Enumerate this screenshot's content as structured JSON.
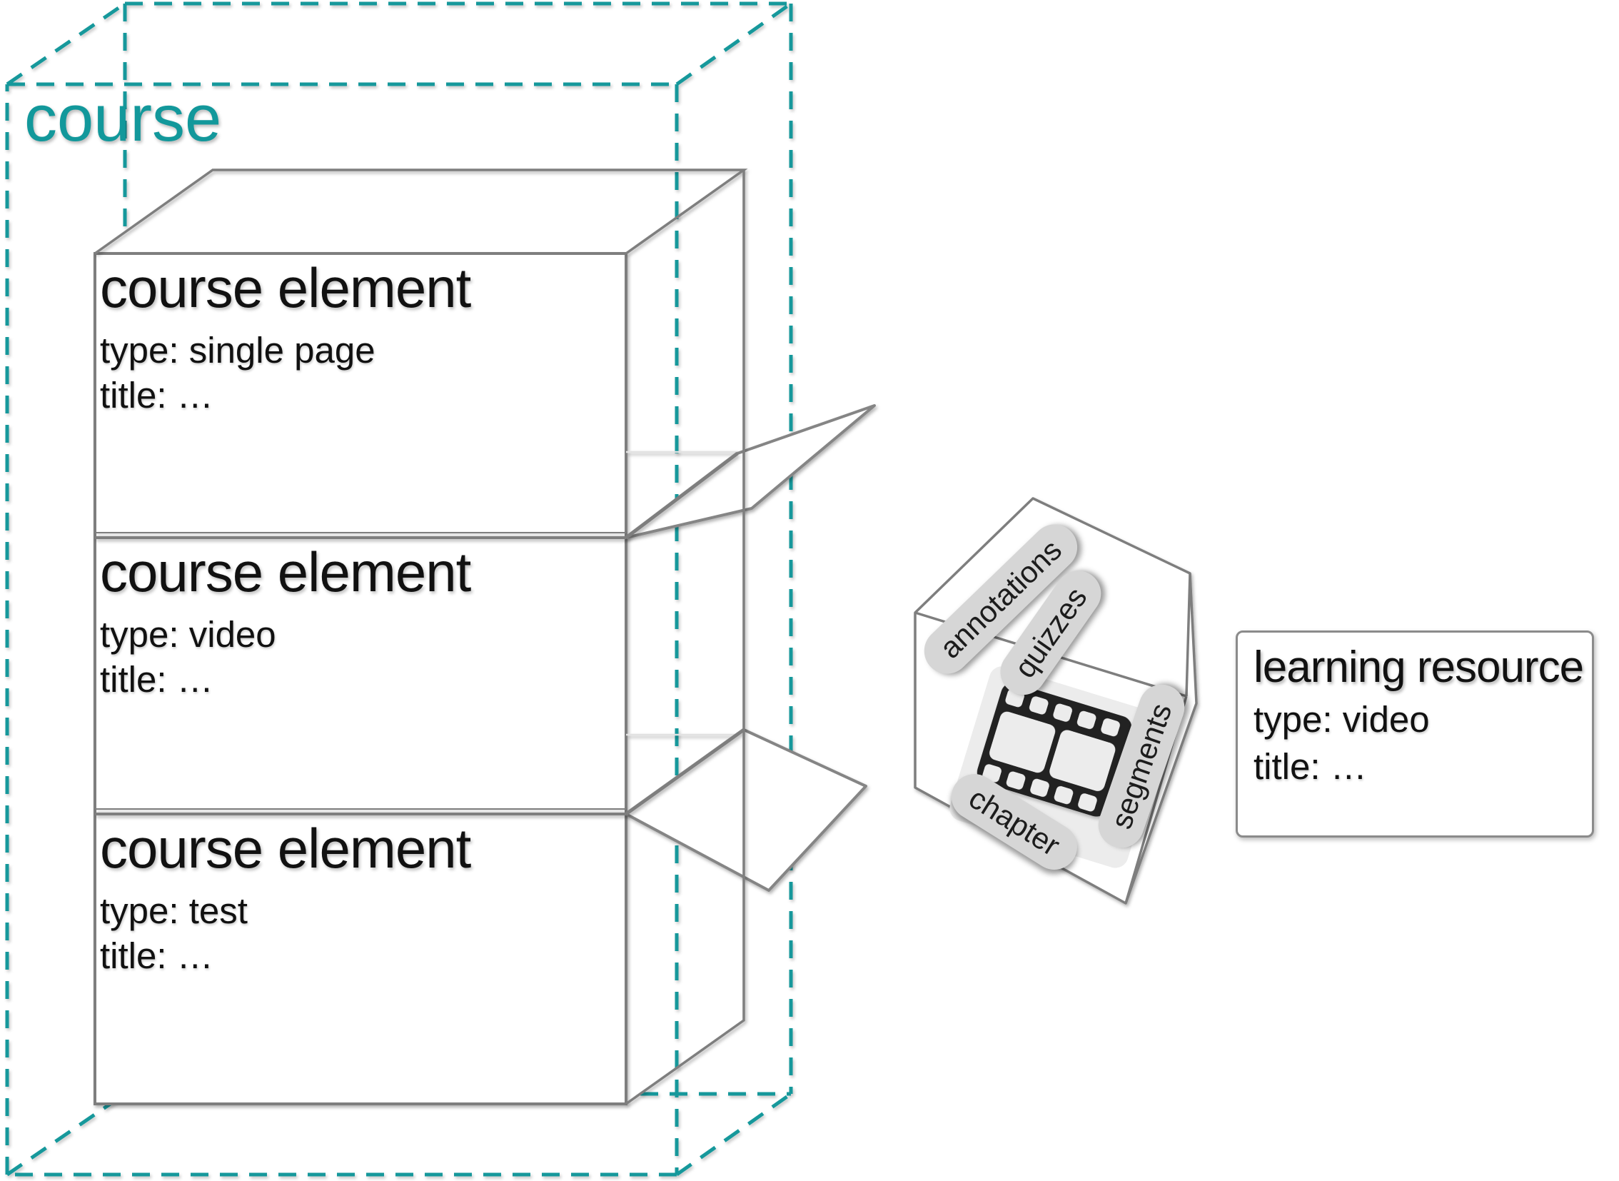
{
  "diagram": {
    "title_label": "course",
    "course_box": {
      "elements": [
        {
          "heading": "course element",
          "type": "type: single page",
          "title": "title: …"
        },
        {
          "heading": "course element",
          "type": "type: video",
          "title": "title: …"
        },
        {
          "heading": "course element",
          "type": "type: test",
          "title": "title: …"
        }
      ]
    },
    "resource_cube": {
      "labels": {
        "annotations": "annotations",
        "quizzes": "quizzes",
        "segments": "segments",
        "chapter": "chapter"
      },
      "icon": "film-icon"
    },
    "resource_card": {
      "heading": "learning resource",
      "type": "type: video",
      "title": "title: …"
    },
    "colors": {
      "accent_teal": "#12989B",
      "line_gray": "#7E7E7E",
      "pill_bg": "#D6D6D6",
      "text_black": "#111111",
      "icon_black": "#222222"
    }
  }
}
